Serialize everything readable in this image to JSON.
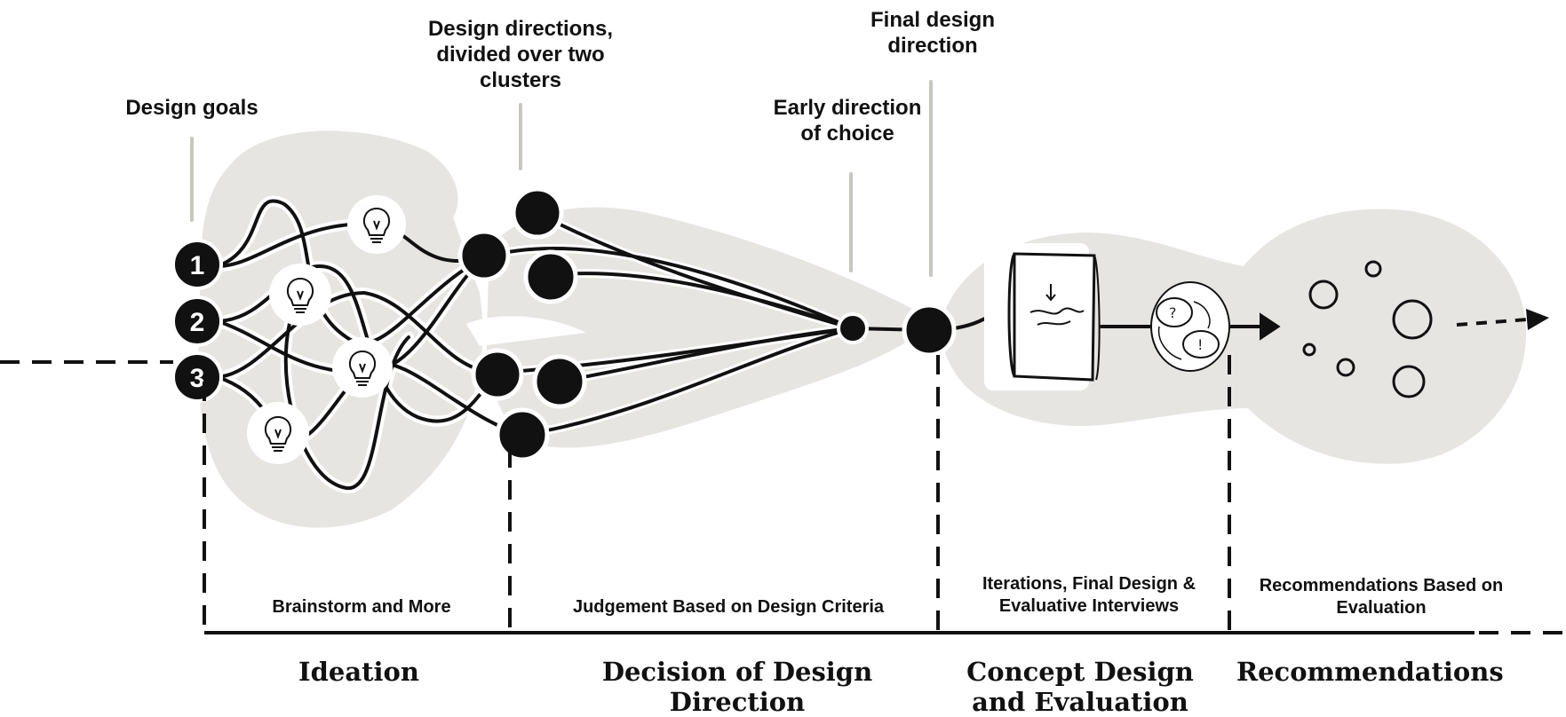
{
  "top_labels": {
    "design_goals": "Design goals",
    "design_directions": "Design directions, divided over two clusters",
    "early_direction": "Early direction of choice",
    "final_direction": "Final design direction"
  },
  "goal_numbers": [
    "1",
    "2",
    "3"
  ],
  "sub_labels": {
    "brainstorm": "Brainstorm and More",
    "judgement": "Judgement Based on Design Criteria",
    "iterations": "Iterations, Final Design & Evaluative Interviews",
    "recommendations_based": "Recommendations Based on Evaluation"
  },
  "phases": {
    "ideation": "Ideation",
    "decision": "Decision of Design Direction",
    "concept": "Concept Design and Evaluation",
    "recommendations": "Recommendations"
  },
  "icons": {
    "idea": "lightbulb-icon",
    "prototype": "book-icon",
    "interview": "speech-bubbles-icon",
    "outcome": "bubbles-icon"
  },
  "colors": {
    "ink": "#111111",
    "blob": "#e6e5e2",
    "stalk": "#c9c6c0",
    "paper": "#ffffff"
  }
}
